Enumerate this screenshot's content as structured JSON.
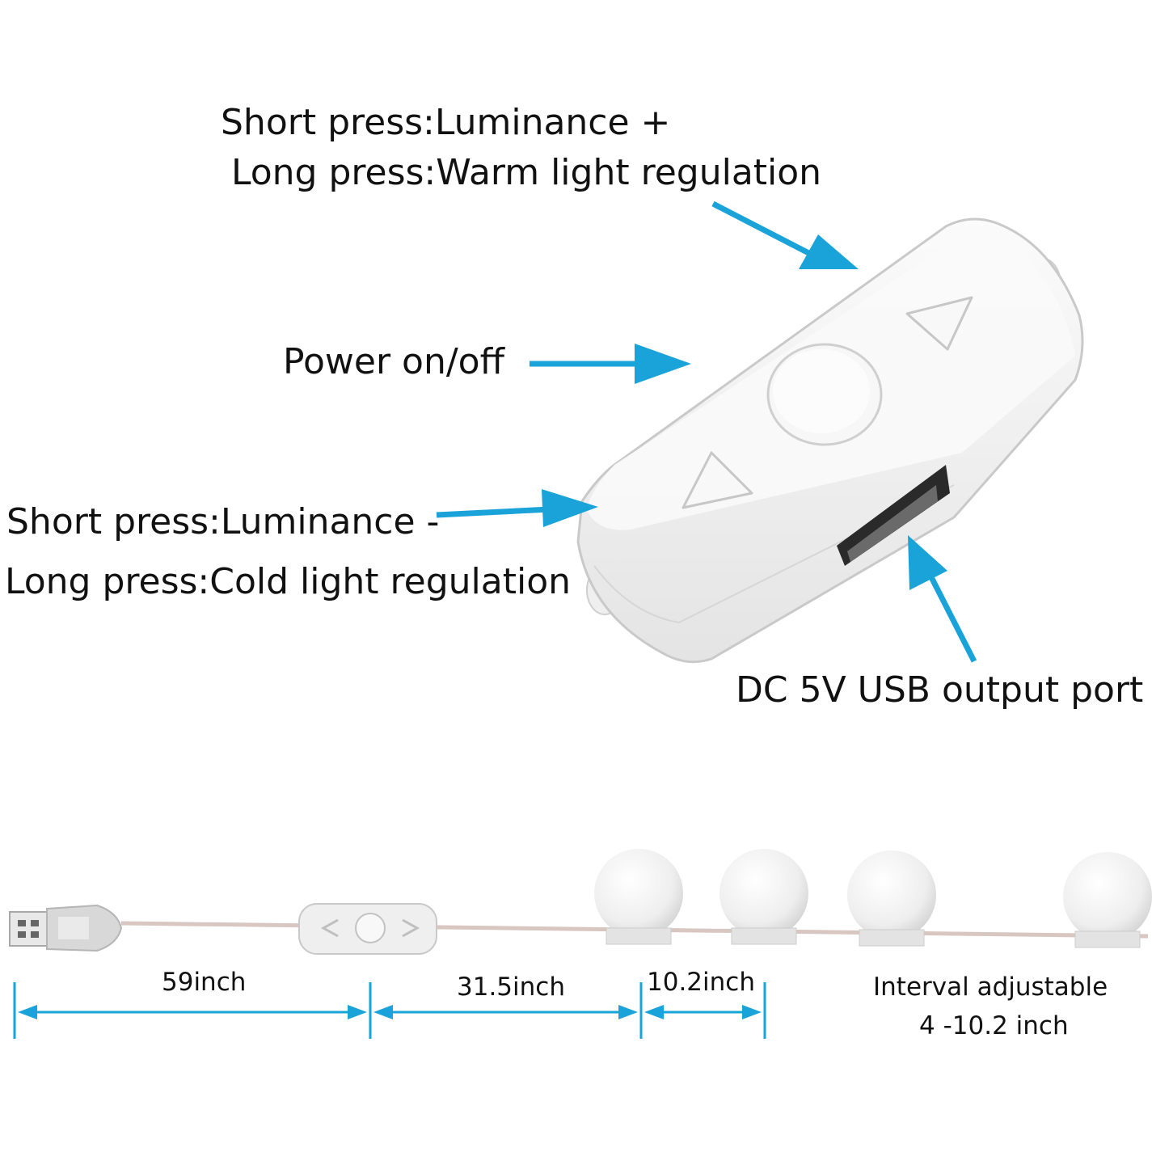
{
  "colors": {
    "arrow": "#1aa3d9",
    "device": "#f4f4f4",
    "device_edge": "#c9c9c9",
    "cable": "#d8c6c0",
    "text": "#111111"
  },
  "callouts": {
    "plus_short": "Short press:Luminance +",
    "plus_long": "Long press:Warm light regulation",
    "power": "Power on/off",
    "minus_short": "Short press:Luminance -",
    "minus_long": "Long press:Cold light regulation",
    "usb_port": "DC 5V USB output port"
  },
  "dimensions": {
    "usb_to_switch": "59inch",
    "switch_to_first_bulb": "31.5inch",
    "bulb_spacing": "10.2inch",
    "interval_line1": "Interval adjustable",
    "interval_line2": "4 -10.2 inch"
  },
  "icons": {
    "plus_button": "triangle-right-icon",
    "minus_button": "triangle-left-icon",
    "power_button": "circle-button-icon"
  }
}
